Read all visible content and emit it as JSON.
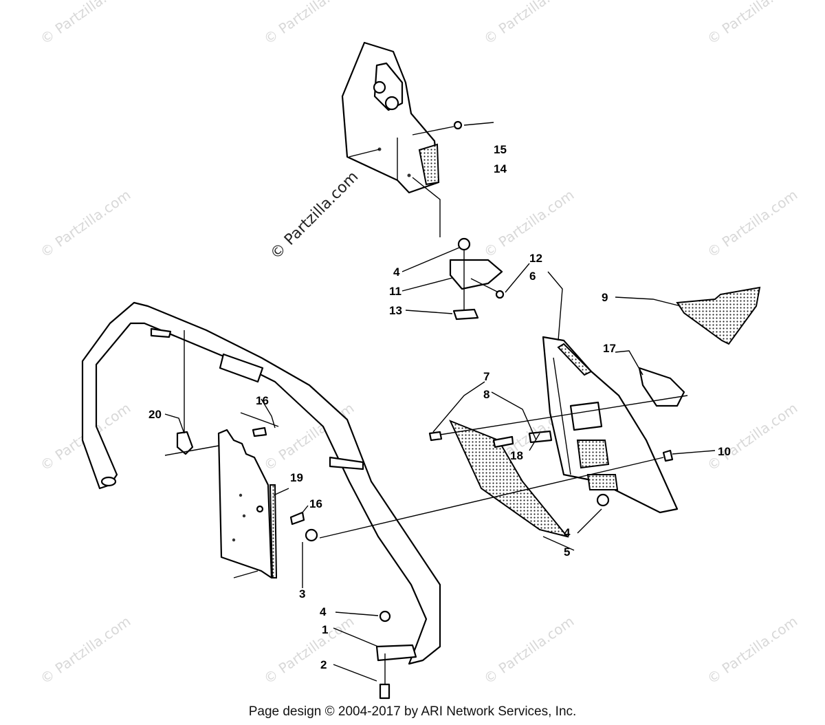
{
  "watermark": {
    "text": "© Partzilla.com",
    "feature_text": "© Partzilla.com"
  },
  "footer": {
    "text": "Page design © 2004-2017 by ARI Network Services, Inc."
  },
  "callouts": [
    {
      "id": "c1",
      "label": "1"
    },
    {
      "id": "c2",
      "label": "2"
    },
    {
      "id": "c3",
      "label": "3"
    },
    {
      "id": "c4a",
      "label": "4"
    },
    {
      "id": "c4b",
      "label": "4"
    },
    {
      "id": "c4c",
      "label": "4"
    },
    {
      "id": "c5",
      "label": "5"
    },
    {
      "id": "c6",
      "label": "6"
    },
    {
      "id": "c7",
      "label": "7"
    },
    {
      "id": "c8",
      "label": "8"
    },
    {
      "id": "c9",
      "label": "9"
    },
    {
      "id": "c10",
      "label": "10"
    },
    {
      "id": "c11",
      "label": "11"
    },
    {
      "id": "c12",
      "label": "12"
    },
    {
      "id": "c13",
      "label": "13"
    },
    {
      "id": "c14",
      "label": "14"
    },
    {
      "id": "c15",
      "label": "15"
    },
    {
      "id": "c16a",
      "label": "16"
    },
    {
      "id": "c16b",
      "label": "16"
    },
    {
      "id": "c17",
      "label": "17"
    },
    {
      "id": "c18",
      "label": "18"
    },
    {
      "id": "c19",
      "label": "19"
    },
    {
      "id": "c20",
      "label": "20"
    }
  ]
}
